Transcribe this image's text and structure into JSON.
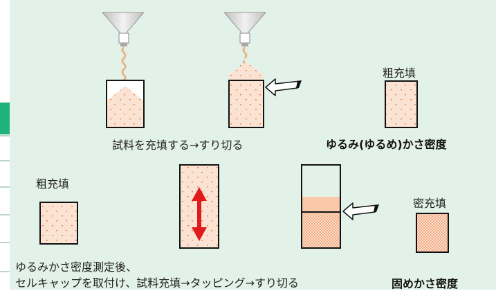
{
  "labels": {
    "fill_and_level": "試料を充填する→すり切る",
    "loose_pack_top": "粗充填",
    "loose_density": "ゆるみ(ゆるめ)かさ密度",
    "loose_pack_left": "粗充填",
    "dense_pack": "密充填",
    "procedure_line1": "ゆるみかさ密度測定後、",
    "procedure_line2": "セルキャップを取付け、試料充填→タッピング→すり切る",
    "tapped_density": "固めかさ密度"
  },
  "colors": {
    "panel_bg": "#e3f2e8",
    "side_strip": "#1fb27a",
    "box_border": "#111111",
    "powder": "#f8cdb0",
    "dot": "#e9834a",
    "tap_arrow": "#e11b1b",
    "funnel": "#d9d9d9"
  }
}
